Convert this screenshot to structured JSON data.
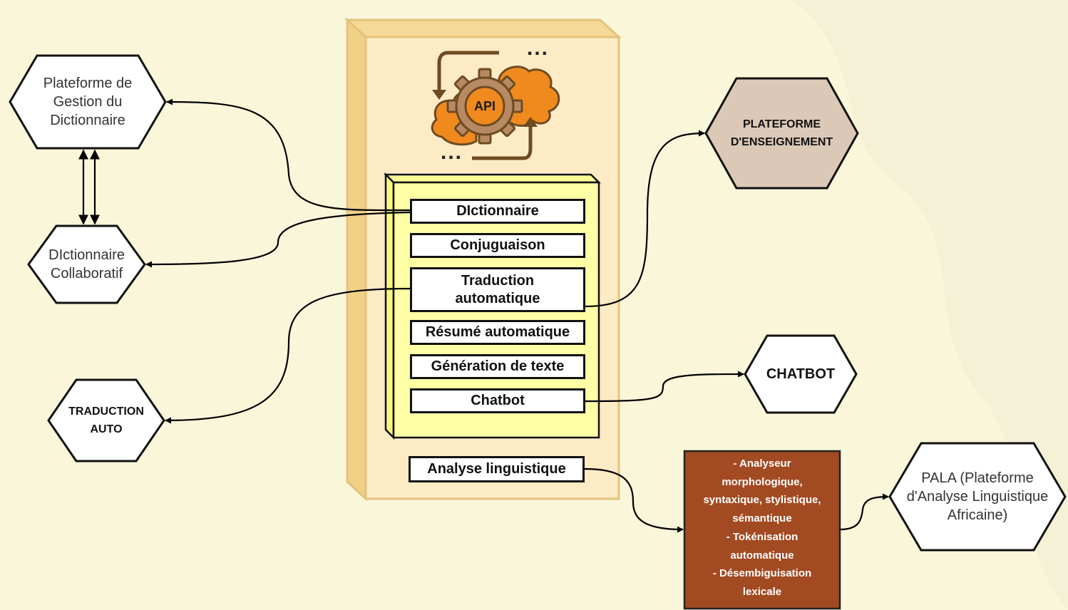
{
  "hexagons": {
    "gestion": [
      "Plateforme de",
      "Gestion du",
      "Dictionnaire"
    ],
    "collab": [
      "DIctionnaire",
      "Collaboratif"
    ],
    "traduction": [
      "TRADUCTION",
      "AUTO"
    ],
    "enseignement": [
      "PLATEFORME",
      "D'ENSEIGNEMENT"
    ],
    "chatbot": [
      "CHATBOT"
    ],
    "pala": [
      "PALA (Plateforme",
      "d'Analyse Linguistique",
      "Africaine)"
    ]
  },
  "api": {
    "badge": "API",
    "dots": "..."
  },
  "modules": {
    "dictionnaire": "DIctionnaire",
    "conjugaison": "Conjuguaison",
    "traduction": [
      "Traduction",
      "automatique"
    ],
    "resume": "Résumé automatique",
    "generation": "Génération de texte",
    "chatbot": "Chatbot",
    "analyse": "Analyse linguistique"
  },
  "analysis_features": [
    "- Analyseur",
    "morphologique,",
    "syntaxique, stylistique,",
    "sémantique",
    "- Tokénisation",
    "automatique",
    "- Désembiguisation",
    "lexicale"
  ],
  "colors": {
    "background": "#f9f6da",
    "server_box": "#fdebc6",
    "inner_box": "#ffffa5",
    "enseignement_hex": "#dcc8b6",
    "analysis_box": "#a24a22",
    "api_orange": "#f08a1e",
    "api_brown": "#6e4b22"
  }
}
